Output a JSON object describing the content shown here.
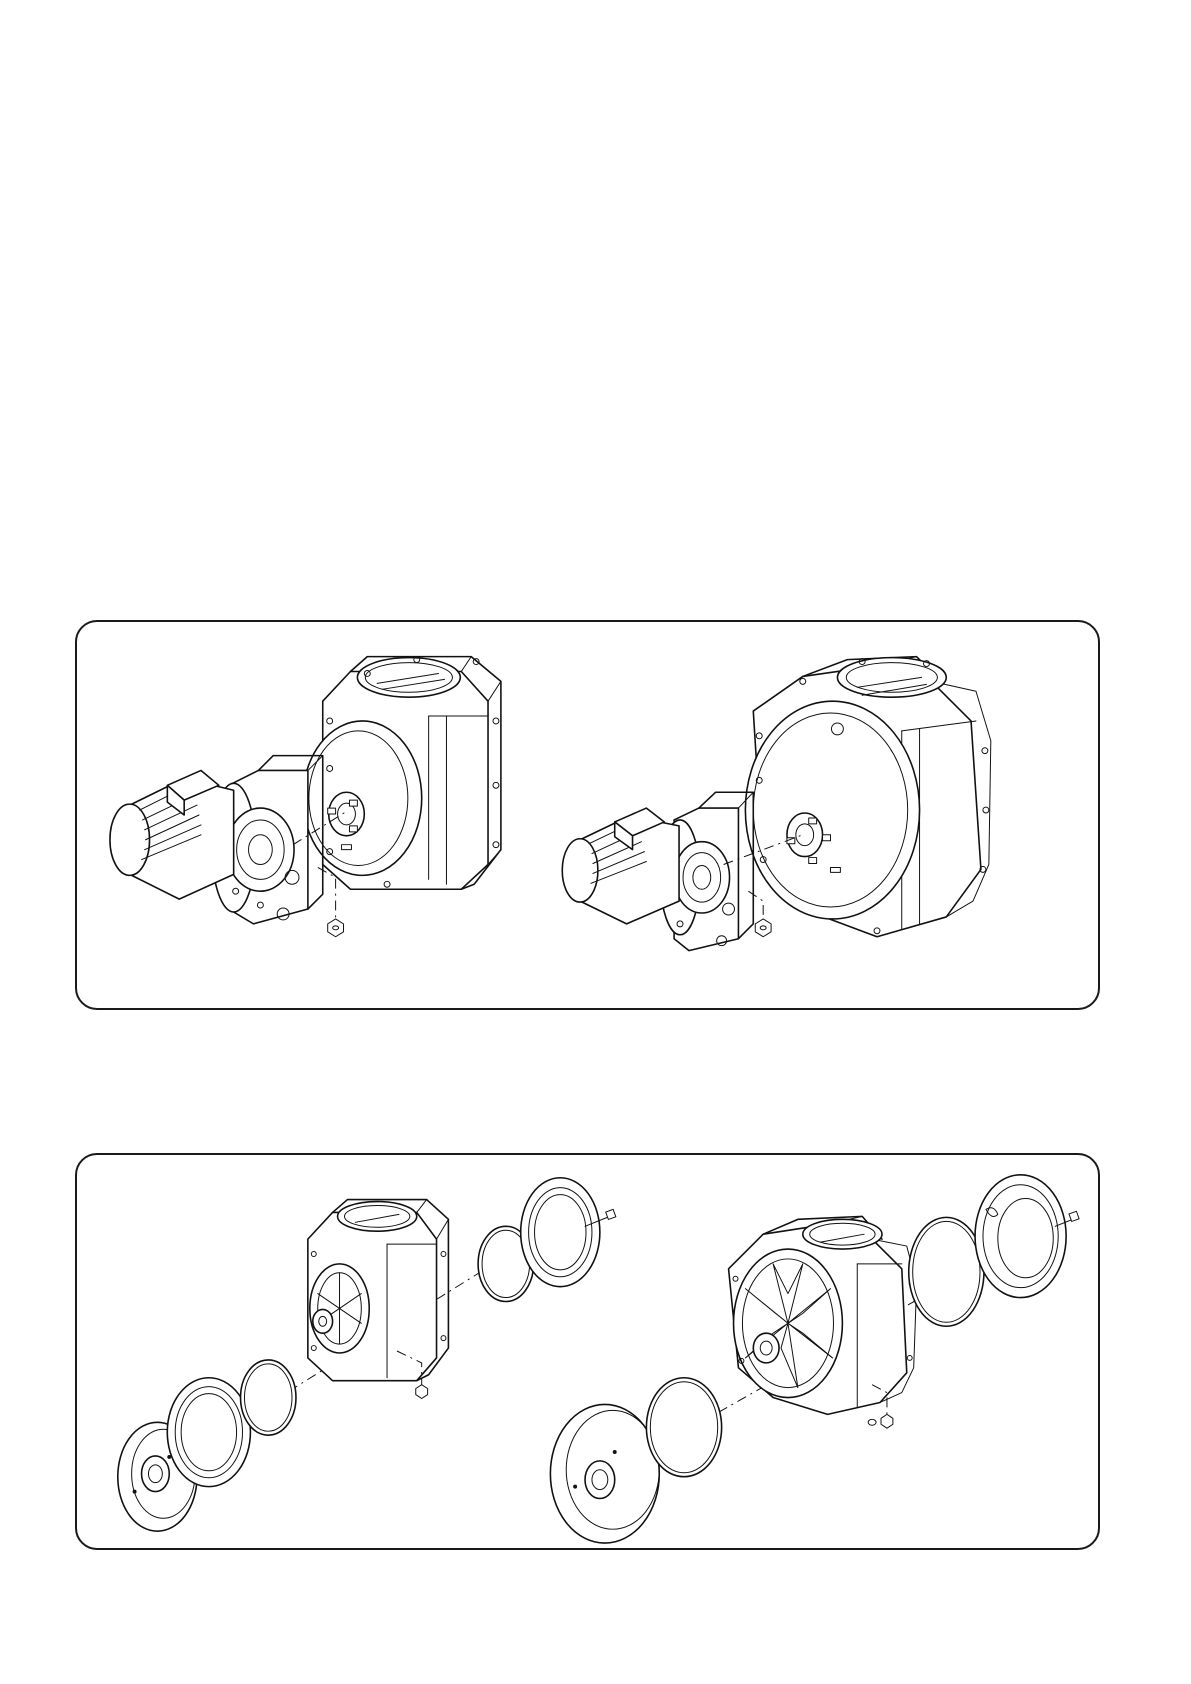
{
  "page": {
    "background": "#ffffff",
    "line_color": "#111111"
  },
  "panels": [
    {
      "id": "drive-assembly",
      "figures": [
        {
          "id": "small-valve-with-gearmotor"
        },
        {
          "id": "large-valve-with-gearmotor"
        }
      ]
    },
    {
      "id": "exploded-views",
      "figures": [
        {
          "id": "small-valve-exploded"
        },
        {
          "id": "large-valve-exploded"
        }
      ]
    }
  ]
}
